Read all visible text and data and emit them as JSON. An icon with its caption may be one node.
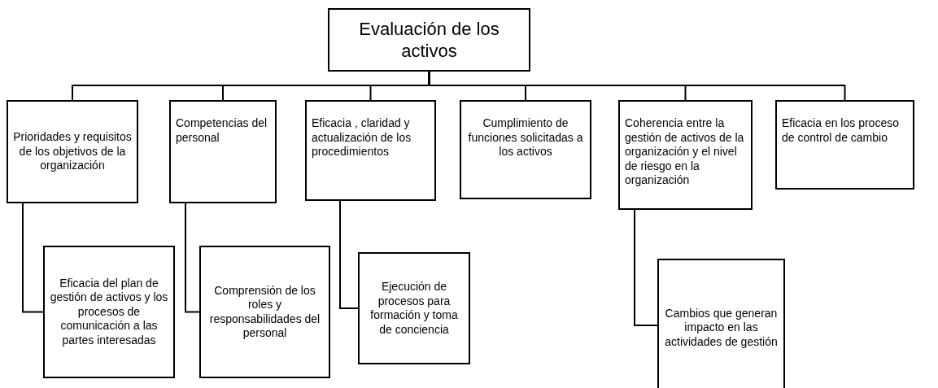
{
  "diagram": {
    "nodes": [
      {
        "text": [
          "Evaluación de los activos"
        ]
      },
      {
        "text": [
          "Prioridades y requisitos de los objetivos de la organización"
        ]
      },
      {
        "text": [
          "Competencias del personal"
        ]
      },
      {
        "text": [
          "Eficacia , claridad y actualización de los procedimientos"
        ]
      },
      {
        "text": [
          "Cumplimiento de funciones solicitadas a los activos"
        ]
      },
      {
        "text": [
          "Coherencia entre la gestión de activos de la organización y el nivel de riesgo en la organización"
        ]
      },
      {
        "text": [
          "Eficacia en los proceso de control de cambio"
        ]
      },
      {
        "text": [
          "Eficacia del plan de gestión de activos y los procesos de comunicación a las partes interesadas"
        ]
      },
      {
        "text": [
          "Comprensión de los roles y responsabilidades del personal"
        ]
      },
      {
        "text": [
          "Ejecución de procesos para formación y toma de conciencia"
        ]
      },
      {
        "text": [
          "Cambios que generan impacto en las actividades de gestión"
        ]
      }
    ],
    "edges": [
      {
        "from": 0,
        "to": 1,
        "arrow": "none"
      },
      {
        "from": 0,
        "to": 2,
        "arrow": "none"
      },
      {
        "from": 0,
        "to": 3,
        "arrow": "none"
      },
      {
        "from": 0,
        "to": 4,
        "arrow": "none"
      },
      {
        "from": 0,
        "to": 5,
        "arrow": "none"
      },
      {
        "from": 0,
        "to": 6,
        "arrow": "none"
      },
      {
        "from": 1,
        "to": 7,
        "arrow": "none"
      },
      {
        "from": 2,
        "to": 8,
        "arrow": "none"
      },
      {
        "from": 3,
        "to": 9,
        "arrow": "none"
      },
      {
        "from": 5,
        "to": 10,
        "arrow": "none"
      }
    ]
  }
}
